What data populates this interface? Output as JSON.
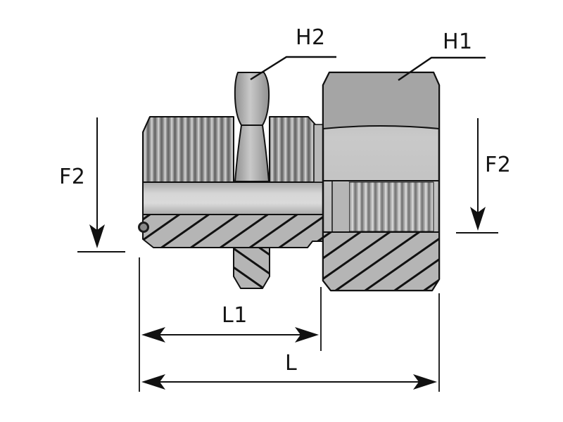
{
  "drawing": {
    "kind": "hydraulic-fitting-cross-section",
    "dimension_labels": {
      "h2": "H2",
      "h1": "H1",
      "f2_left": "F2",
      "f2_right": "F2",
      "l1": "L1",
      "l": "L"
    },
    "colors": {
      "outline": "#111111",
      "metal_light": "#d6d6d6",
      "metal_mid": "#b5b5b5",
      "metal_dark": "#8f8f8f",
      "hex_top_face": "#a5a5a5",
      "background": "#ffffff",
      "label_text": "#141414"
    }
  }
}
